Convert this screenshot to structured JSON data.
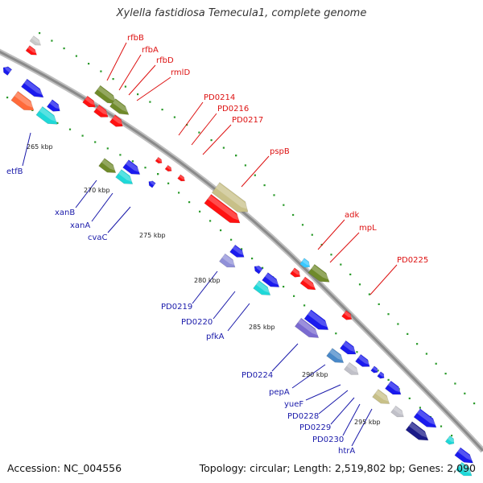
{
  "title": "Xylella fastidiosa Temecula1, complete genome",
  "footer": {
    "accession": "Accession: NC_004556",
    "topology": "Topology: circular; Length: 2,519,802 bp; Genes: 2,090"
  },
  "colors": {
    "forward_label": "#dd1111",
    "reverse_label": "#1a1aaa",
    "backbone": "#9a9a9a",
    "tick_dots": "#2a9a2a"
  },
  "tick_labels": [
    "265 kbp",
    "270 kbp",
    "275 kbp",
    "280 kbp",
    "285 kbp",
    "290 kbp",
    "295 kbp"
  ],
  "forward_genes": [
    {
      "label": "rfbB"
    },
    {
      "label": "rfbA"
    },
    {
      "label": "rfbD"
    },
    {
      "label": "rmlD"
    },
    {
      "label": "PD0214"
    },
    {
      "label": "PD0216"
    },
    {
      "label": "PD0217"
    },
    {
      "label": "pspB"
    },
    {
      "label": "adk"
    },
    {
      "label": "mpL"
    },
    {
      "label": "PD0225"
    }
  ],
  "reverse_genes": [
    {
      "label": "etfB"
    },
    {
      "label": "xanB"
    },
    {
      "label": "xanA"
    },
    {
      "label": "cvaC"
    },
    {
      "label": "PD0219"
    },
    {
      "label": "PD0220"
    },
    {
      "label": "pfkA"
    },
    {
      "label": "PD0224"
    },
    {
      "label": "pepA"
    },
    {
      "label": "yueF"
    },
    {
      "label": "PD0228"
    },
    {
      "label": "PD0229"
    },
    {
      "label": "PD0230"
    },
    {
      "label": "htrA"
    }
  ]
}
